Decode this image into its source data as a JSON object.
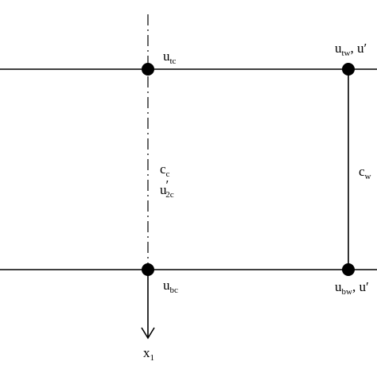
{
  "diagram": {
    "colors": {
      "stroke": "#000000",
      "background": "#ffffff"
    },
    "node_tc": {
      "base": "u",
      "sub": "tc"
    },
    "node_tw": {
      "base": "u",
      "sub": "tw",
      "suffix": ", u",
      "suffix_prime": "′"
    },
    "node_bc": {
      "base": "u",
      "sub": "bc"
    },
    "node_bw": {
      "base": "u",
      "sub": "bw",
      "suffix": ", u",
      "suffix_prime": "′"
    },
    "centerline_label": {
      "base": "c",
      "sub": "c"
    },
    "centerline_label2": {
      "base": "u",
      "prime": "′",
      "sub": "2c"
    },
    "wall_label": {
      "base": "c",
      "sub": "w"
    },
    "axis_label": {
      "base": "x",
      "sub": "1"
    }
  }
}
